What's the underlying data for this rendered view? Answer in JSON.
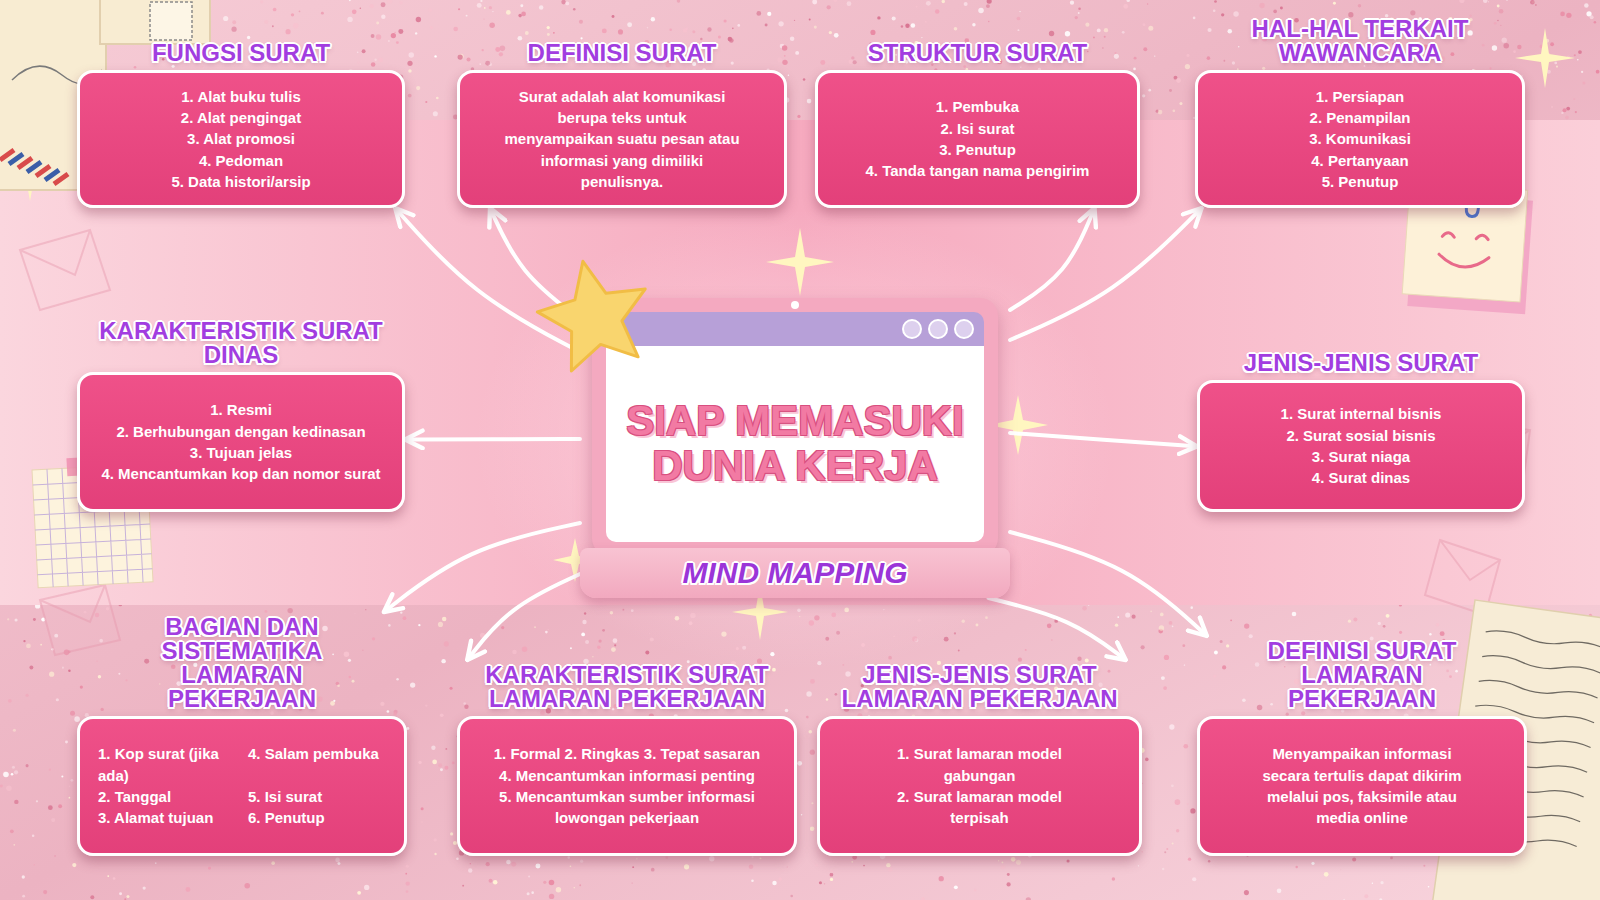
{
  "diagram": {
    "nodes": [
      {
        "text": [
          "SIAP MEMASUKI DUNIA KERJA",
          "MIND MAPPING"
        ]
      },
      {
        "text": [
          "FUNGSI SURAT",
          "1. Alat buku tulis",
          "2. Alat pengingat",
          "3. Alat promosi",
          "4. Pedoman",
          "5. Data histori/arsip"
        ]
      },
      {
        "text": [
          "DEFINISI SURAT",
          "Surat adalah alat komunikasi berupa teks untuk menyampaikan suatu pesan atau informasi yang dimiliki penulisnya."
        ]
      },
      {
        "text": [
          "STRUKTUR SURAT",
          "1. Pembuka",
          "2. Isi surat",
          "3. Penutup",
          "4. Tanda tangan nama pengirim"
        ]
      },
      {
        "text": [
          "HAL-HAL TERKAIT WAWANCARA",
          "1. Persiapan",
          "2. Penampilan",
          "3. Komunikasi",
          "4. Pertanyaan",
          "5. Penutup"
        ]
      },
      {
        "text": [
          "KARAKTERISTIK SURAT DINAS",
          "1. Resmi",
          "2. Berhubungan dengan kedinasan",
          "3. Tujuan jelas",
          "4. Mencantumkan kop dan nomor surat"
        ]
      },
      {
        "text": [
          "JENIS-JENIS SURAT",
          "1. Surat internal bisnis",
          "2. Surat sosial bisnis",
          "3. Surat niaga",
          "4. Surat dinas"
        ]
      },
      {
        "text": [
          "BAGIAN DAN SISTEMATIKA LAMARAN PEKERJAAN",
          "1. Kop surat (jika ada)",
          "2. Tanggal",
          "3. Alamat tujuan",
          "4. Salam pembuka",
          "5. Isi surat",
          "6. Penutup"
        ]
      },
      {
        "text": [
          "KARAKTERISTIK SURAT LAMARAN PEKERJAAN",
          "1. Formal 2. Ringkas 3. Tepat sasaran",
          "4. Mencantumkan informasi penting",
          "5. Mencantumkan sumber informasi lowongan pekerjaan"
        ]
      },
      {
        "text": [
          "JENIS-JENIS SURAT LAMARAN PEKERJAAN",
          "1. Surat lamaran model gabungan",
          "2. Surat lamaran model terpisah"
        ]
      },
      {
        "text": [
          "DEFINISI SURAT LAMARAN PEKERJAAN",
          "Menyampaikan informasi secara tertulis dapat dikirim melalui pos, faksimile atau media online"
        ]
      }
    ],
    "edges": [
      {
        "from": 0,
        "to": 1,
        "arrow": "to"
      },
      {
        "from": 0,
        "to": 2,
        "arrow": "to"
      },
      {
        "from": 0,
        "to": 3,
        "arrow": "to"
      },
      {
        "from": 0,
        "to": 4,
        "arrow": "to"
      },
      {
        "from": 0,
        "to": 5,
        "arrow": "to"
      },
      {
        "from": 0,
        "to": 6,
        "arrow": "to"
      },
      {
        "from": 0,
        "to": 7,
        "arrow": "to"
      },
      {
        "from": 0,
        "to": 8,
        "arrow": "to"
      },
      {
        "from": 0,
        "to": 9,
        "arrow": "to"
      },
      {
        "from": 0,
        "to": 10,
        "arrow": "to"
      }
    ]
  }
}
